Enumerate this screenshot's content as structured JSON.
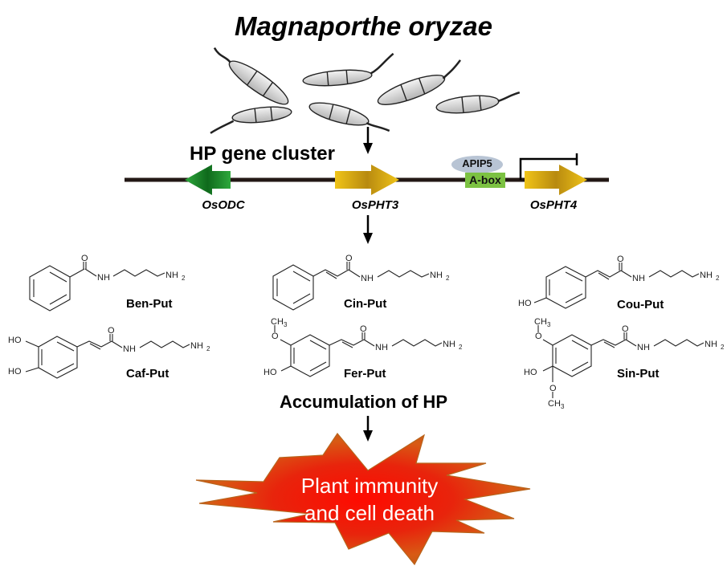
{
  "title": "Magnaporthe oryzae",
  "cluster": {
    "label": "HP gene cluster",
    "genes": [
      {
        "name": "OsODC",
        "direction": "left",
        "color": "#1e8a2e"
      },
      {
        "name": "OsPHT3",
        "direction": "right",
        "color": "#e3b020"
      },
      {
        "name": "OsPHT4",
        "direction": "right",
        "color": "#e3b020"
      }
    ],
    "regulator": {
      "protein": "APIP5",
      "element": "A-box",
      "protein_color": "#b8c4d4",
      "element_color": "#7cc242"
    }
  },
  "compounds": [
    {
      "name": "Ben-Put"
    },
    {
      "name": "Cin-Put"
    },
    {
      "name": "Cou-Put"
    },
    {
      "name": "Caf-Put"
    },
    {
      "name": "Fer-Put"
    },
    {
      "name": "Sin-Put"
    }
  ],
  "atoms": {
    "O": "O",
    "NH": "NH",
    "NH2": "NH",
    "sub2": "2",
    "HO": "HO",
    "CH3": "CH",
    "sub3": "3"
  },
  "accumulation": "Accumulation of HP",
  "outcome": {
    "line1": "Plant immunity",
    "line2": "and cell death",
    "fill": "#ee1a0a",
    "edge": "#c8641a"
  }
}
